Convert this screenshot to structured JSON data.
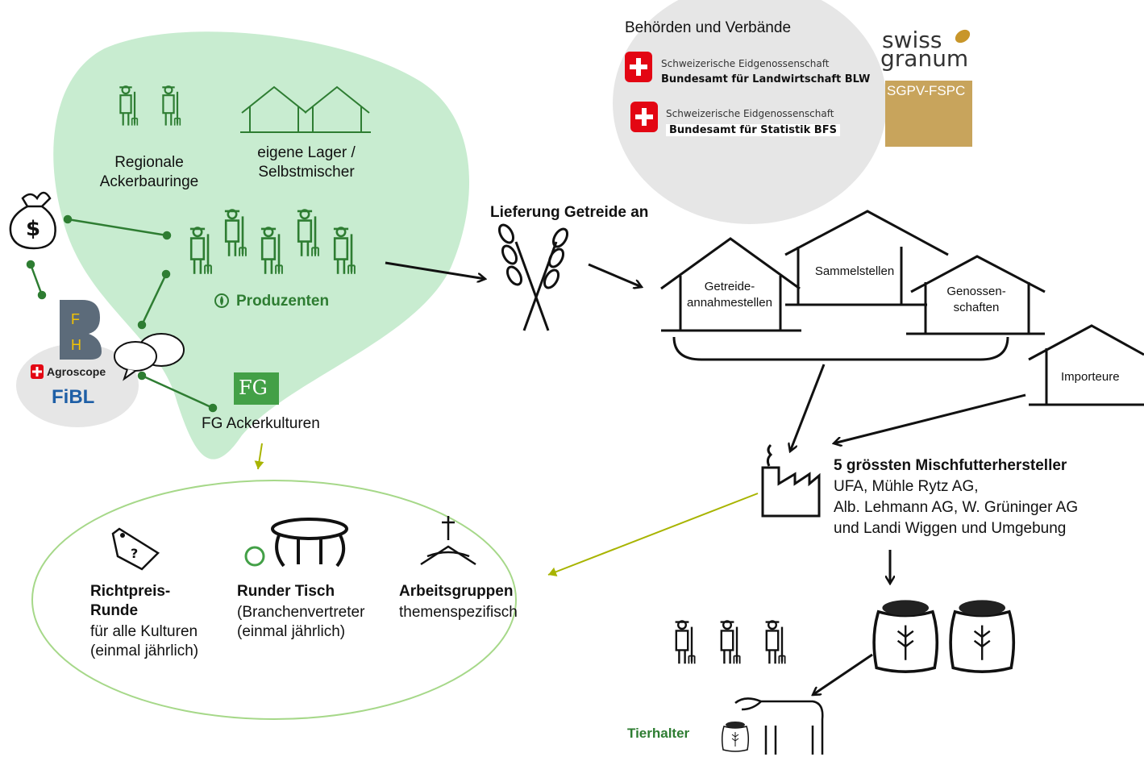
{
  "producers": {
    "regional_label": "Regionale\nAckerbauringe",
    "storage_label": "eigene Lager /\nSelbstmischer",
    "producers_label": "Produzenten",
    "fg_badge": "FG",
    "fg_label": "FG Ackerkulturen"
  },
  "research": {
    "fh_letters": [
      "F",
      "H"
    ],
    "agroscope": "Agroscope",
    "fibl": "FiBL"
  },
  "authorities": {
    "title": "Behörden und Verbände",
    "blw_line1": "Schweizerische Eidgenossenschaft",
    "blw_line2": "Bundesamt für Landwirtschaft BLW",
    "bfs_line1": "Schweizerische Eidgenossenschaft",
    "bfs_line2": "Bundesamt für Statistik BFS",
    "swiss_granum_1": "swiss",
    "swiss_granum_2": "granum",
    "sgpv": "SGPV-FSPC"
  },
  "supply": {
    "delivery_label": "Lieferung Getreide an",
    "collectors": [
      "Getreide-\nannahmestellen",
      "Sammelstellen",
      "Genossen-\nschaften"
    ],
    "importers": "Importeure"
  },
  "feed": {
    "title": "5 grössten Mischfutterhersteller",
    "lines": [
      "UFA, Mühle Rytz AG,",
      "Alb. Lehmann AG, W. Grüninger AG",
      "und Landi Wiggen und Umgebung"
    ]
  },
  "consumers": {
    "label": "Tierhalter"
  },
  "forums": {
    "richtpreis_title": "Richtpreis-\nRunde",
    "richtpreis_sub": "für alle Kulturen\n(einmal jährlich)",
    "tisch_title": "Runder Tisch",
    "tisch_sub": "(Branchenvertreter\n(einmal jährlich)",
    "arbeit_title": "Arbeitsgruppen",
    "arbeit_sub": "themenspezifisch"
  },
  "colors": {
    "blob": "#c8ecd0",
    "green_line": "#2e7d32",
    "olive": "#a8b400",
    "gray_circle": "#e6e6e6",
    "swiss_red": "#e30613"
  }
}
